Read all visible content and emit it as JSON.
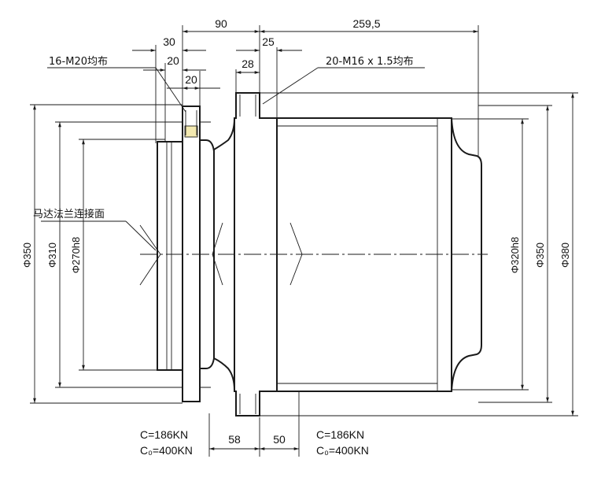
{
  "dimensions": {
    "top_90": "90",
    "top_259_5": "259,5",
    "top_30": "30",
    "top_25": "25",
    "top_20a": "20",
    "top_28": "28",
    "top_20b": "20",
    "bottom_58": "58",
    "bottom_50": "50",
    "dia_350_left": "Φ350",
    "dia_310": "Φ310",
    "dia_270h8": "Φ270h8",
    "dia_320h8": "Φ320h8",
    "dia_350_right": "Φ350",
    "dia_380": "Φ380"
  },
  "callouts": {
    "bolt_left": "16-M20均布",
    "bolt_right": "20-M16 x 1.5均布",
    "face_label": "马达法兰连接面"
  },
  "loads": {
    "left_c": "C=186KN",
    "left_c0": "C₀=400KN",
    "right_c": "C=186KN",
    "right_c0": "C₀=400KN"
  },
  "colors": {
    "line": "#1a1a1a",
    "hatch_fill": "#f3e9b0",
    "background": "#ffffff"
  }
}
